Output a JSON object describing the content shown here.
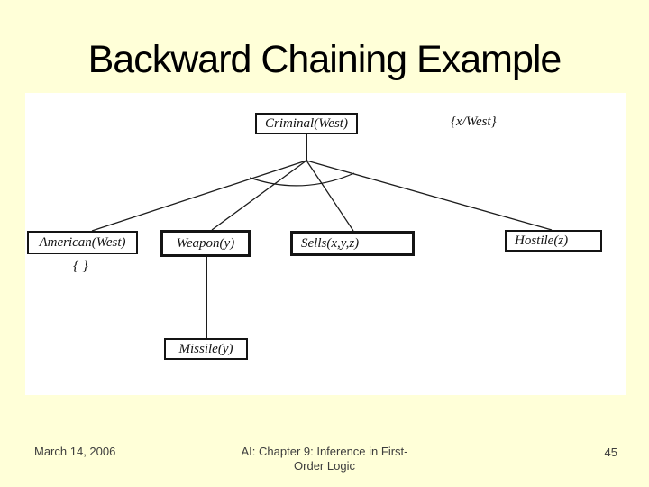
{
  "slide": {
    "title": "Backward Chaining Example",
    "colors": {
      "background": "#FFFFD8",
      "canvas": "#FFFFFF",
      "title_text": "#000000",
      "diagram_line": "#1C1C1C",
      "footer_text": "#3D3D3D"
    }
  },
  "diagram": {
    "root": {
      "label": "Criminal(West)"
    },
    "root_substitution": "{x/West}",
    "children": [
      {
        "label": "American(West)",
        "substitution": "{ }"
      },
      {
        "label": "Weapon(y)"
      },
      {
        "label": "Sells(x,y,z)"
      },
      {
        "label": "Hostile(z)"
      }
    ],
    "weapon_child": {
      "label": "Missile(y)"
    }
  },
  "footer": {
    "date": "March 14, 2006",
    "title_line1": "AI: Chapter 9: Inference in First-",
    "title_line2": "Order Logic",
    "slide_number": "45"
  }
}
